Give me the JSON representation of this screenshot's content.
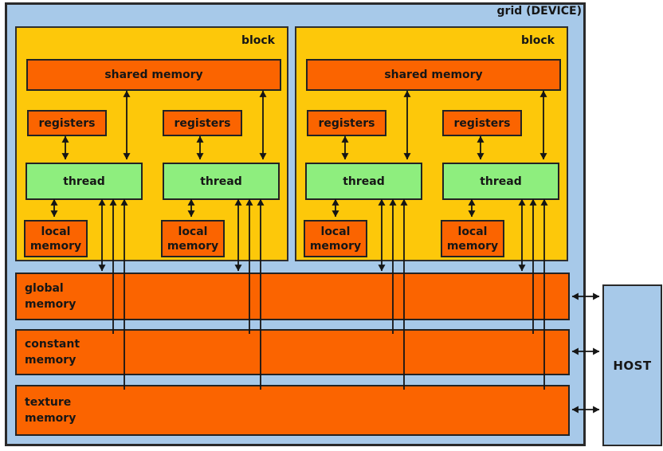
{
  "device": {
    "label": "grid (DEVICE)"
  },
  "blocks": [
    {
      "label": "block",
      "shared_memory_label": "shared memory",
      "units": [
        {
          "registers_label": "registers",
          "thread_label": "thread",
          "local_line1": "local",
          "local_line2": "memory"
        },
        {
          "registers_label": "registers",
          "thread_label": "thread",
          "local_line1": "local",
          "local_line2": "memory"
        }
      ]
    },
    {
      "label": "block",
      "shared_memory_label": "shared memory",
      "units": [
        {
          "registers_label": "registers",
          "thread_label": "thread",
          "local_line1": "local",
          "local_line2": "memory"
        },
        {
          "registers_label": "registers",
          "thread_label": "thread",
          "local_line1": "local",
          "local_line2": "memory"
        }
      ]
    }
  ],
  "device_memories": [
    {
      "line1": "global",
      "line2": "memory"
    },
    {
      "line1": "constant",
      "line2": "memory"
    },
    {
      "line1": "texture",
      "line2": "memory"
    }
  ],
  "host": {
    "label": "HOST"
  },
  "colors": {
    "device_background": "#a7c9e9",
    "block_background": "#fdc80a",
    "memory_orange": "#fb6400",
    "thread_green": "#8eee7e",
    "arrow_black": "#151515"
  }
}
